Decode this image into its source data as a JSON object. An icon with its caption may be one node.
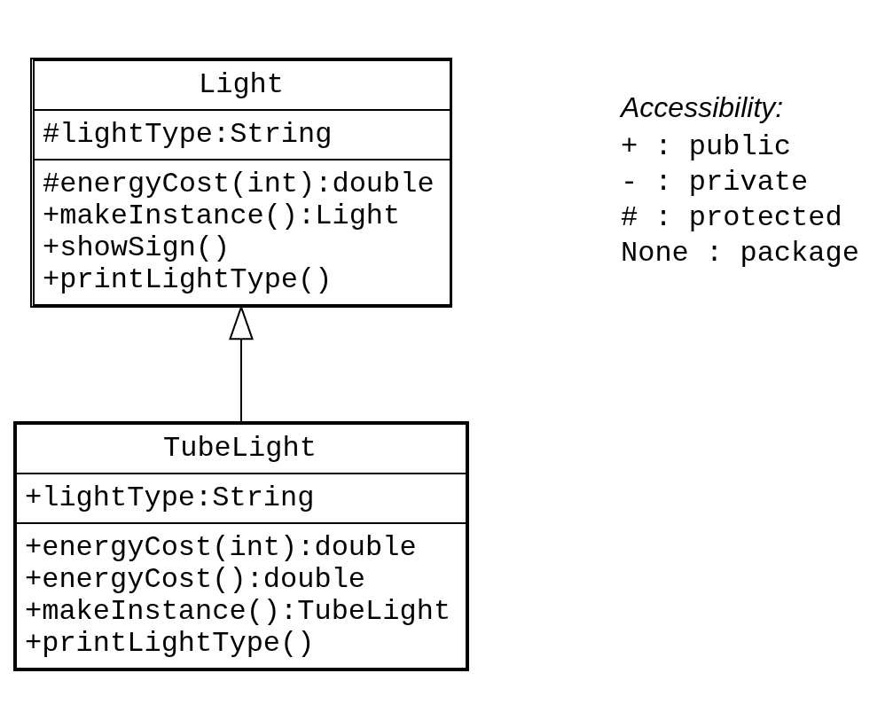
{
  "diagram": {
    "nodes": [
      {
        "text": [
          "Light",
          "#lightType:String",
          "#energyCost(int):double +makeInstance():Light +showSign() +printLightType()"
        ]
      },
      {
        "text": [
          "TubeLight",
          "+lightType:String",
          "+energyCost(int):double +energyCost():double +makeInstance():TubeLight +printLightType()"
        ]
      }
    ],
    "edges": [
      {
        "from": 1,
        "to": 0,
        "arrow": "to"
      }
    ],
    "labels": [
      "Accessibility:",
      "+ : public",
      "- : private",
      "# : protected",
      "None : package"
    ]
  }
}
